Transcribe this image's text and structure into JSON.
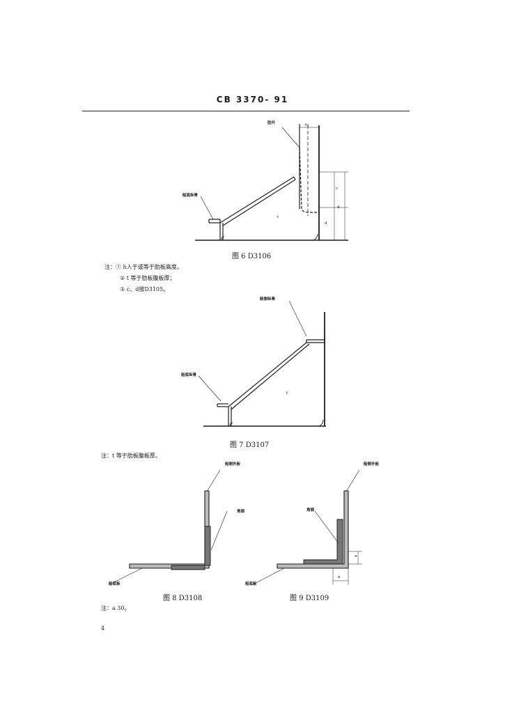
{
  "header": {
    "standard_code": "CB 3370- 91"
  },
  "fig6": {
    "caption": "图 6   D3106",
    "label_bracket": "肋升",
    "label_floor_bracket": "船底纵骨",
    "label_h1": "h₁",
    "label_c": "c",
    "label_d": "d",
    "label_d2": "d",
    "label_t": "t",
    "notes": [
      "注：①  h人于或等于肋板高度。",
      "②  t 等于肋板腹板厚；",
      "③  c、d按D3105。"
    ]
  },
  "fig7": {
    "caption": "图 7    D3107",
    "label_side_bracket": "舷侧纵骨",
    "label_floor_bracket": "船底纵骨",
    "label_t": "t",
    "notes": [
      "注：t 等于肋板腹板厚。"
    ]
  },
  "fig8": {
    "caption": "图 8    D3108",
    "label_side_plate": "船侧外板",
    "label_angle": "角钢",
    "label_bottom_plate": "船底板"
  },
  "fig9": {
    "caption": "图 9    D3109",
    "label_side_plate": "船侧外板",
    "label_angle": "角钢",
    "label_bottom_plate": "船底板",
    "label_a1": "a",
    "label_a2": "a"
  },
  "footer": {
    "note": "注：a  30。",
    "page_number": "4"
  }
}
